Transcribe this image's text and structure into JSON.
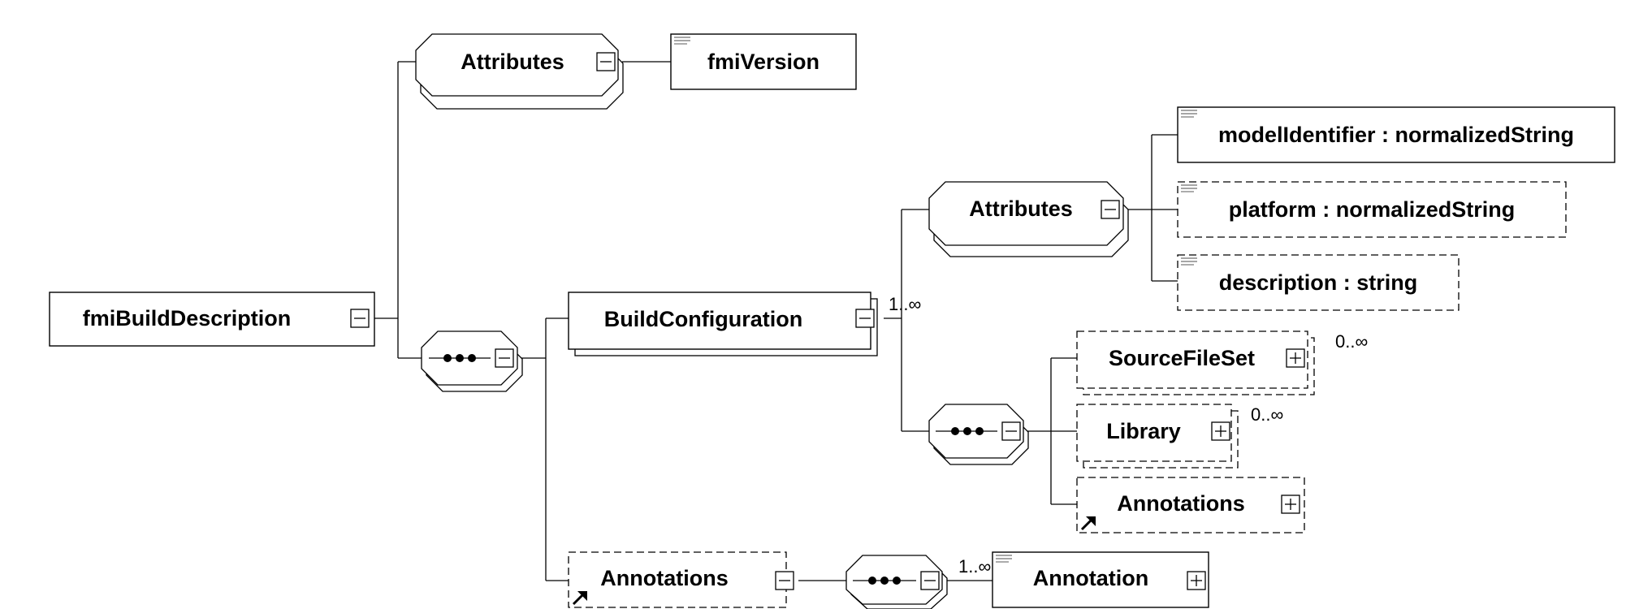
{
  "nodes": {
    "root": {
      "label": "fmiBuildDescription"
    },
    "attributes_top": {
      "label": "Attributes"
    },
    "fmi_version": {
      "label": "fmiVersion"
    },
    "build_configuration": {
      "label": "BuildConfiguration",
      "multiplicity": "1..∞"
    },
    "attributes_bc": {
      "label": "Attributes"
    },
    "model_identifier": {
      "label": "modelIdentifier : normalizedString"
    },
    "platform": {
      "label": "platform : normalizedString"
    },
    "description": {
      "label": "description : string"
    },
    "source_file_set": {
      "label": "SourceFileSet",
      "multiplicity": "0..∞"
    },
    "library": {
      "label": "Library",
      "multiplicity": "0..∞"
    },
    "annotations_bc": {
      "label": "Annotations"
    },
    "annotations_root": {
      "label": "Annotations"
    },
    "annotation": {
      "label": "Annotation",
      "multiplicity": "1..∞"
    }
  },
  "icons": {
    "collapse": "minus-icon",
    "expand": "plus-icon",
    "sequence": "sequence-icon",
    "reference": "arrow-icon",
    "documentation": "doc-lines-icon"
  }
}
